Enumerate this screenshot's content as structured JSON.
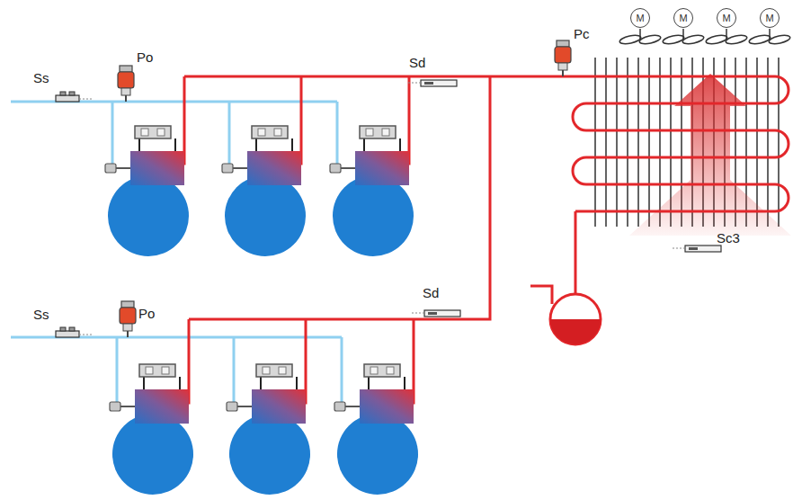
{
  "diagram": {
    "nodes": [
      {
        "text": [
          "M"
        ]
      },
      {
        "text": [
          "M"
        ]
      },
      {
        "text": [
          "M"
        ]
      },
      {
        "text": [
          "M"
        ]
      }
    ],
    "labels": [
      "Ss",
      "Po",
      "Sd",
      "Pc",
      "Sc3",
      "Ss",
      "Po",
      "Sd"
    ]
  }
}
